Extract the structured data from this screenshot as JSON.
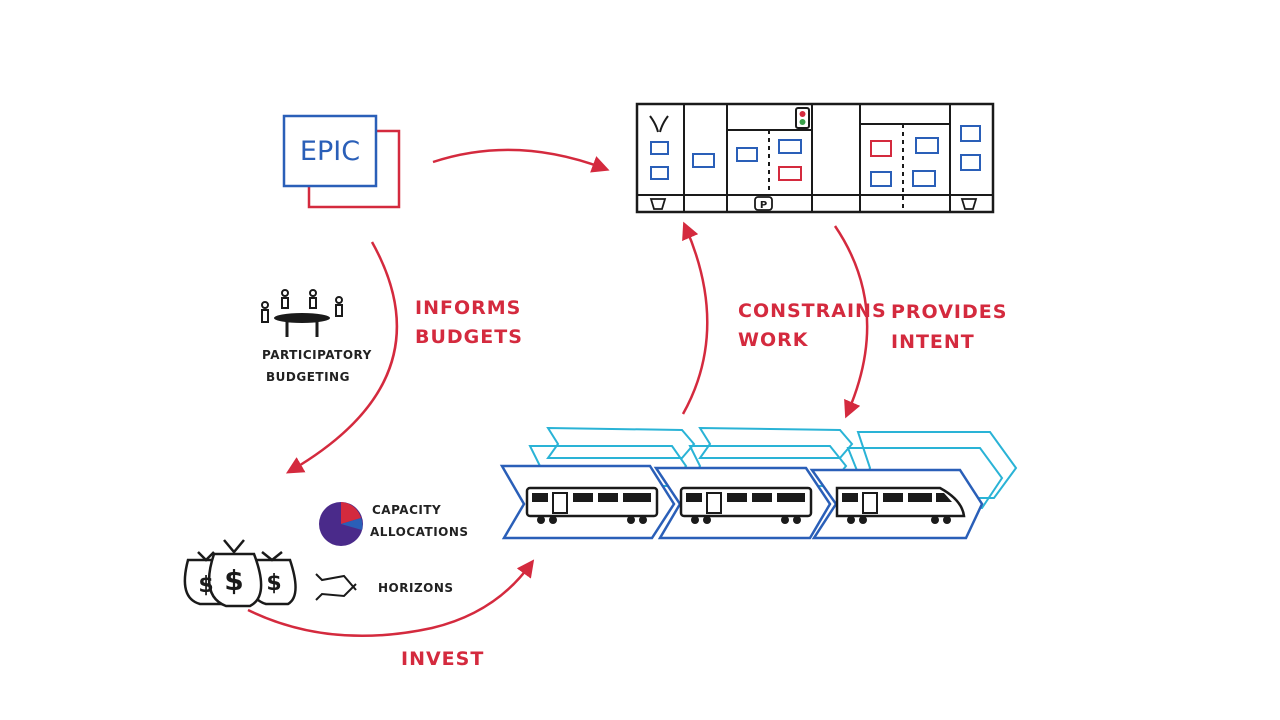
{
  "epic": {
    "label": "EPIC"
  },
  "labels": {
    "informs_line1": "INFORMS",
    "informs_line2": "BUDGETS",
    "constrains_line1": "CONSTRAINS",
    "constrains_line2": "WORK",
    "provides_line1": "PROVIDES",
    "provides_line2": "INTENT",
    "invest": "INVEST",
    "participatory_line1": "PARTICIPATORY",
    "participatory_line2": "BUDGETING",
    "capacity_line1": "CAPACITY",
    "capacity_line2": "ALLOCATIONS",
    "horizons": "HORIZONS"
  },
  "kanban": {
    "parking_symbol": "P"
  },
  "money": {
    "symbol": "$"
  },
  "colors": {
    "red": "#d42a3e",
    "blue": "#2a5fb8",
    "cyan": "#2ab3d6",
    "black": "#1a1a1a",
    "purple": "#4a2a8a"
  },
  "icons": [
    "epic-card-icon",
    "kanban-board-icon",
    "traffic-light-icon",
    "trash-bin-icon",
    "participatory-budgeting-icon",
    "money-bags-icon",
    "pie-chart-icon",
    "horizons-icon",
    "train-icon",
    "arrow-icon"
  ]
}
